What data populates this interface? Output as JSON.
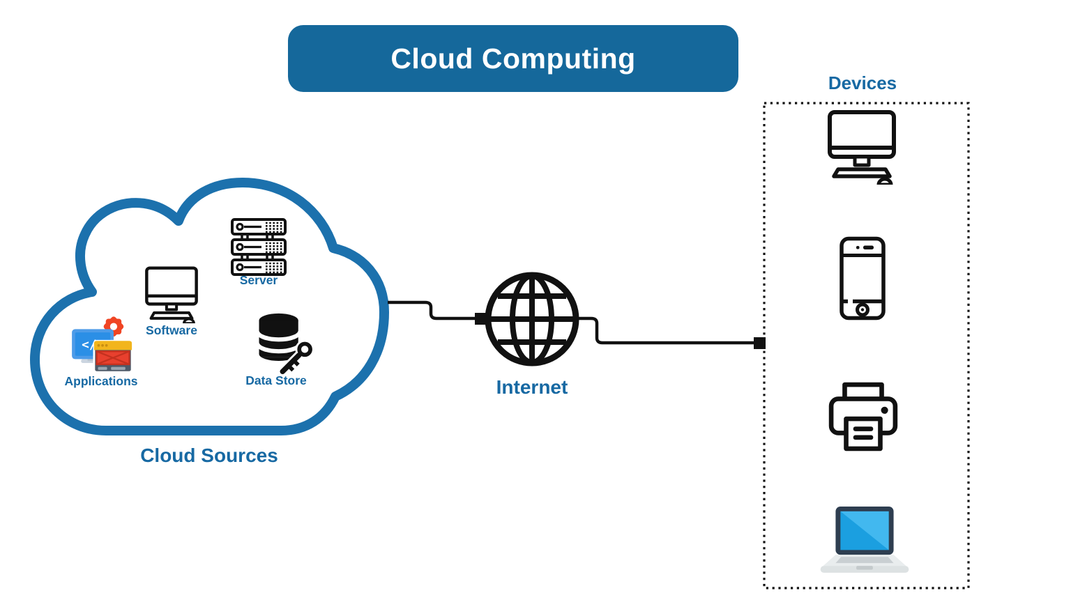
{
  "title_banner": {
    "label": "Cloud Computing"
  },
  "cloud_sources": {
    "label": "Cloud Sources",
    "items": [
      {
        "label": "Server",
        "icon": "server-rack-icon"
      },
      {
        "label": "Software",
        "icon": "desktop-monitor-icon"
      },
      {
        "label": "Applications",
        "icon": "applications-icon"
      },
      {
        "label": "Data Store",
        "icon": "database-key-icon"
      }
    ]
  },
  "internet": {
    "label": "Internet",
    "icon": "globe-icon"
  },
  "devices": {
    "label": "Devices",
    "items": [
      {
        "icon": "desktop-computer-icon"
      },
      {
        "icon": "smartphone-icon"
      },
      {
        "icon": "printer-icon"
      },
      {
        "icon": "laptop-icon"
      }
    ]
  },
  "colors": {
    "banner_blue": "#15689B",
    "label_blue": "#1769A3",
    "cloud_outline_blue": "#1C71AD",
    "line_black": "#111111",
    "applications_monitor_blue": "#4D9BE8",
    "gear_red": "#F04524",
    "browser_header_yellow": "#F2B51D",
    "browser_content_red": "#E8402E",
    "laptop_screen_blue": "#2AACE8",
    "laptop_frame_navy": "#2E3E50"
  }
}
